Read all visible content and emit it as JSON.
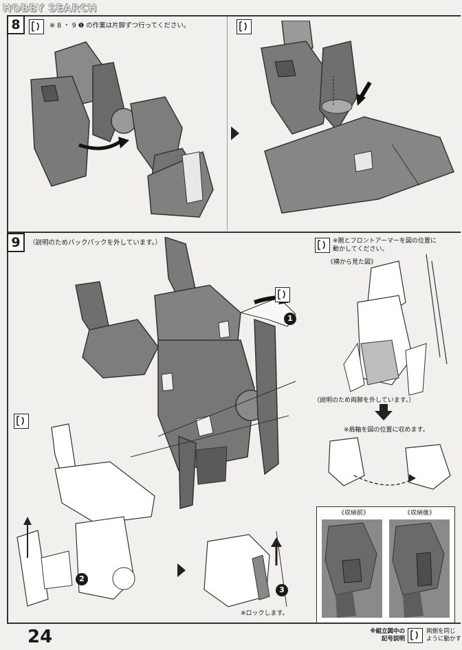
{
  "header": {
    "watermark": "HOBBY SEARCH"
  },
  "step8": {
    "number": "8",
    "instruction": "※ 8 ・ 9 ❶ の作業は片脚ずつ行ってください。"
  },
  "step9": {
    "number": "9",
    "caption_backpack": "（説明のためバックパックを外しています。）",
    "note_arm": "※腕とフロントアーマーを図の位置に\n動かしてください。",
    "view_from_side": "《横から見た図》",
    "caption_legs": "（説明のため両脚を外しています。）",
    "note_shaft": "※肩軸を図の位置に収めます。",
    "before_label": "《収納前》",
    "after_label": "《収納後》",
    "lock_note": "※ロックします。",
    "markers": [
      "1",
      "2",
      "3"
    ]
  },
  "footer": {
    "page_number": "24",
    "legend_label": "※組立図中の\n記号説明",
    "legend_desc": "両側を同じ\nように動かす"
  },
  "colors": {
    "model_gray": "#7d7d7d",
    "model_dark": "#555555",
    "line_art": "#333333",
    "paper": "#f1f0ec"
  }
}
